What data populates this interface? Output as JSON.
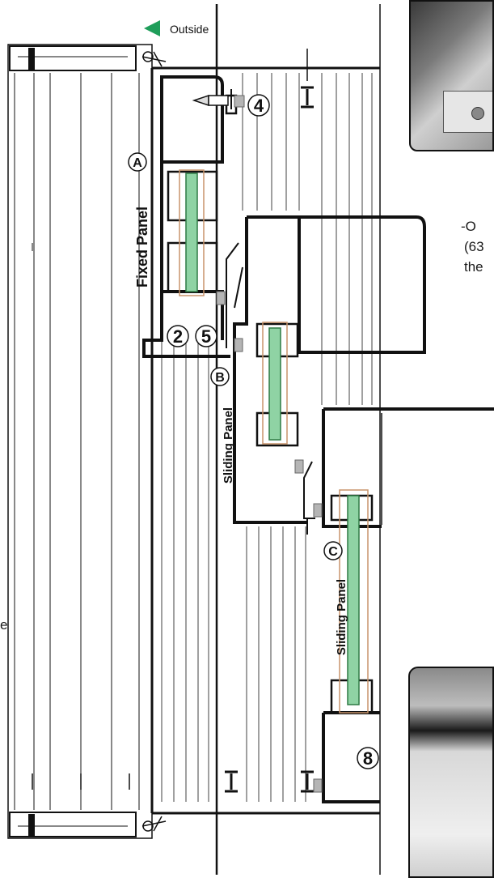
{
  "labels": {
    "outside": "Outside",
    "fixed_panel": "Fixed Panel",
    "sliding_panel_b": "Sliding Panel",
    "sliding_panel_c": "Sliding Panel"
  },
  "callouts": {
    "a": "A",
    "b": "B",
    "c": "C",
    "n2": "2",
    "n4": "4",
    "n5": "5",
    "n8": "8"
  },
  "side_text": {
    "line1": "-O",
    "line2": "(63",
    "line3": "the",
    "left_fragment": "e"
  },
  "colors": {
    "glass": "#8fd3a4",
    "glass_stroke": "#2f7a45",
    "gasket": "#c8946b",
    "arrow": "#1f9e5a",
    "clip": "#b5b5b5"
  }
}
